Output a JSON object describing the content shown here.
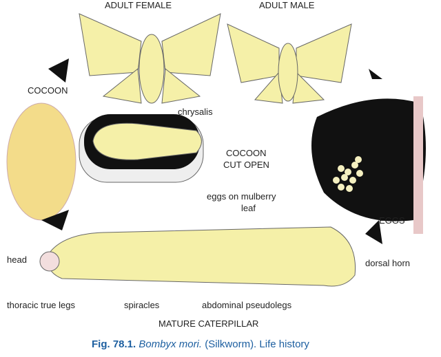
{
  "labels": {
    "adult_female": "ADULT FEMALE",
    "adult_male": "ADULT MALE",
    "cocoon": "COCOON",
    "chrysalis": "chrysalis",
    "cocoon_cut_open_1": "COCOON",
    "cocoon_cut_open_2": "CUT OPEN",
    "eggs_on_leaf_1": "eggs on mulberry",
    "eggs_on_leaf_2": "leaf",
    "eggs": "EGGS",
    "head": "head",
    "dorsal_horn": "dorsal horn",
    "thoracic_legs": "thoracic true legs",
    "spiracles": "spiracles",
    "abdominal_pseudolegs": "abdominal pseudolegs",
    "mature_caterpillar": "MATURE CATERPILLAR"
  },
  "caption": {
    "fig": "Fig. 78.1.",
    "species": "Bombyx mori.",
    "rest": "(Silkworm). Life history"
  },
  "colors": {
    "body": "#f5f0a8",
    "outline": "#555",
    "arrow": "#111",
    "caption": "#1d5fa0"
  }
}
